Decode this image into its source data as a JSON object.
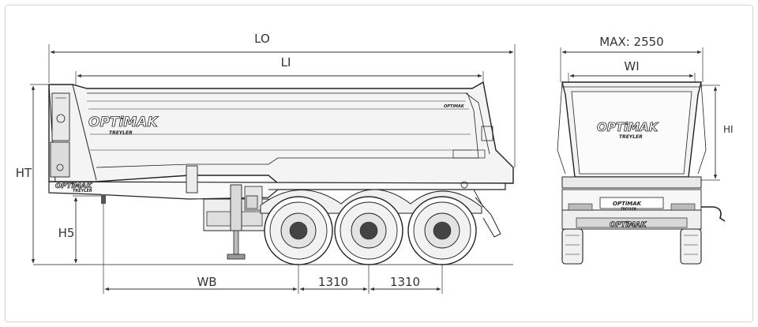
{
  "side_view": {
    "dims": {
      "overall_length": "LO",
      "inner_length": "LI",
      "overall_height": "HT",
      "fifth_wheel_height": "H5",
      "wheelbase": "WB",
      "axle_spacing_1": "1310",
      "axle_spacing_2": "1310"
    },
    "logo_main": "OPTiMAK",
    "logo_sub": "TREYLER",
    "small_logo_main": "OPTiMAK",
    "small_logo_sub": "TREYLER",
    "rear_badge": "OPTiMAK"
  },
  "rear_view": {
    "dims": {
      "max_width": "MAX: 2550",
      "inner_width": "WI",
      "inner_height": "HI"
    },
    "logo_main": "OPTiMAK",
    "logo_sub": "TREYLER",
    "plate_main": "OPTiMAK",
    "plate_sub": "TREYLER",
    "bumper_logo": "OPTiMAK"
  }
}
